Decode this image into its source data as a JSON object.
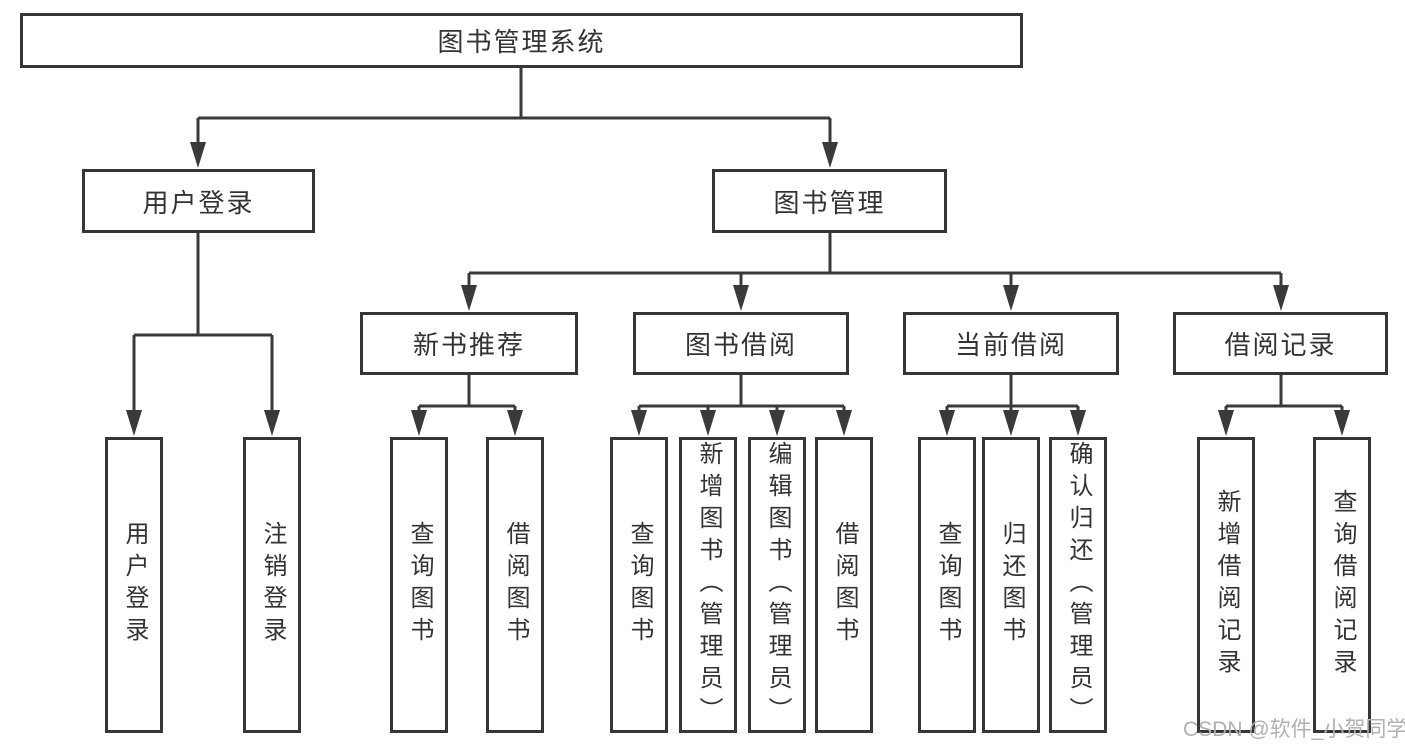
{
  "diagram_type": "hierarchy-tree",
  "colors": {
    "line": "#3a3a3a",
    "border": "#363636",
    "text": "#333333",
    "background": "#ffffff",
    "watermark": "#b0b0b0"
  },
  "nodes": {
    "root": {
      "label": "图书管理系统"
    },
    "level2": [
      {
        "id": "user-login",
        "label": "用户登录",
        "parent": "root"
      },
      {
        "id": "book-management",
        "label": "图书管理",
        "parent": "root"
      }
    ],
    "level3": [
      {
        "id": "new-book-recommend",
        "label": "新书推荐",
        "parent": "book-management"
      },
      {
        "id": "book-borrow",
        "label": "图书借阅",
        "parent": "book-management"
      },
      {
        "id": "current-borrow",
        "label": "当前借阅",
        "parent": "book-management"
      },
      {
        "id": "borrow-record",
        "label": "借阅记录",
        "parent": "book-management"
      }
    ],
    "level4": [
      {
        "id": "leaf-user-login",
        "label": "用户登录",
        "parent": "user-login"
      },
      {
        "id": "leaf-logout",
        "label": "注销登录",
        "parent": "user-login"
      },
      {
        "id": "leaf-query-books-recommend",
        "label": "查询图书",
        "parent": "new-book-recommend"
      },
      {
        "id": "leaf-borrow-books-recommend",
        "label": "借阅图书",
        "parent": "new-book-recommend"
      },
      {
        "id": "leaf-query-books-borrow",
        "label": "查询图书",
        "parent": "book-borrow"
      },
      {
        "id": "leaf-add-books-admin",
        "label": "新增图书（管理员）",
        "parent": "book-borrow"
      },
      {
        "id": "leaf-edit-books-admin",
        "label": "编辑图书（管理员）",
        "parent": "book-borrow"
      },
      {
        "id": "leaf-borrow-books",
        "label": "借阅图书",
        "parent": "book-borrow"
      },
      {
        "id": "leaf-query-books-current",
        "label": "查询图书",
        "parent": "current-borrow"
      },
      {
        "id": "leaf-return-books",
        "label": "归还图书",
        "parent": "current-borrow"
      },
      {
        "id": "leaf-confirm-return-admin",
        "label": "确认归还（管理员）",
        "parent": "current-borrow"
      },
      {
        "id": "leaf-add-borrow-record",
        "label": "新增借阅记录",
        "parent": "borrow-record"
      },
      {
        "id": "leaf-query-borrow-record",
        "label": "查询借阅记录",
        "parent": "borrow-record"
      }
    ]
  },
  "watermark": "CSDN @软件_小贺同学"
}
